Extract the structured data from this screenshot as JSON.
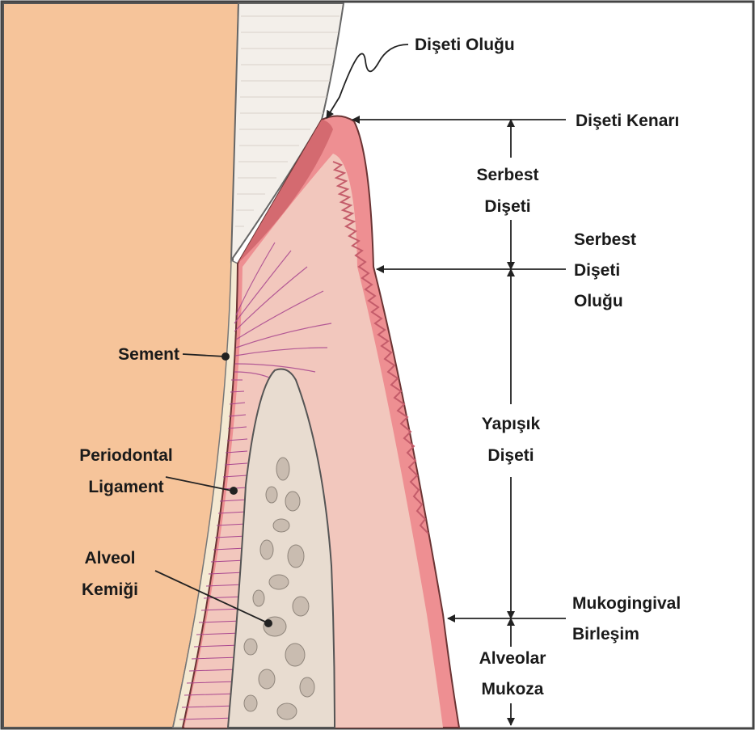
{
  "labels": {
    "disetiOlugu": "Dişeti Oluğu",
    "disetiKenari": "Dişeti Kenarı",
    "serbestDiseti": [
      "Serbest",
      "Dişeti"
    ],
    "serbestDisetiOlugu": [
      "Serbest",
      "Dişeti",
      "Oluğu"
    ],
    "yapisikDiseti": [
      "Yapışık",
      "Dişeti"
    ],
    "mukogingivalBirlesim": [
      "Mukogingival",
      "Birleşim"
    ],
    "alveolarMukoza": [
      "Alveolar",
      "Mukoza"
    ],
    "sement": "Sement",
    "periodontalLigament": [
      "Periodontal",
      "Ligament"
    ],
    "alveolKemigi": [
      "Alveol",
      "Kemiği"
    ]
  },
  "colors": {
    "tooth_root": "#f6c49a",
    "enamel": "#f3efea",
    "gingiva_outer": "#ee8f92",
    "gingiva_inner": "#f2c7bd",
    "bone": "#e8dcd0",
    "ligament_fibers": "#a9468f",
    "outline": "#333333"
  }
}
